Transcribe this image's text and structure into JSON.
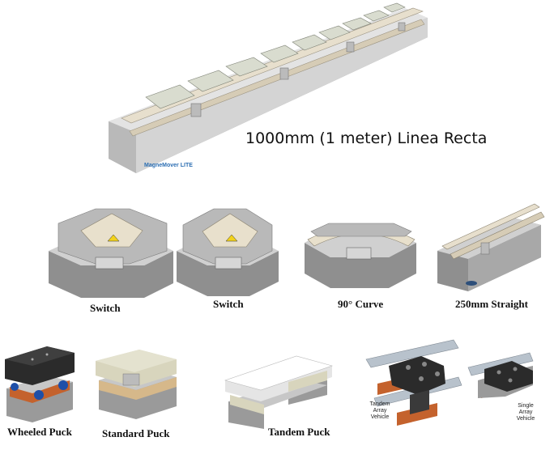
{
  "headline": "1000mm (1 meter) Linea Recta",
  "brand_logo": "MagneMover LITE",
  "track_modules": [
    {
      "label": "Switch"
    },
    {
      "label": "Switch"
    },
    {
      "label": "90° Curve"
    },
    {
      "label": "250mm Straight"
    }
  ],
  "pucks": [
    {
      "label": "Wheeled Puck"
    },
    {
      "label": "Standard Puck"
    },
    {
      "label": "Tandem Puck"
    }
  ],
  "vehicles": [
    {
      "label": "Tandem Array Vehicle"
    },
    {
      "label": "Single Array Vehicle"
    }
  ],
  "colors": {
    "steel": "#c9c9c9",
    "steel_dark": "#8f8f8f",
    "rail": "#d9d2c3",
    "puck_beige": "#e4e2cf",
    "puck_black": "#2b2b2b",
    "wheel_blue": "#1f4fa8",
    "magnet_orange": "#c4622d",
    "warning_yellow": "#f2d21b"
  }
}
